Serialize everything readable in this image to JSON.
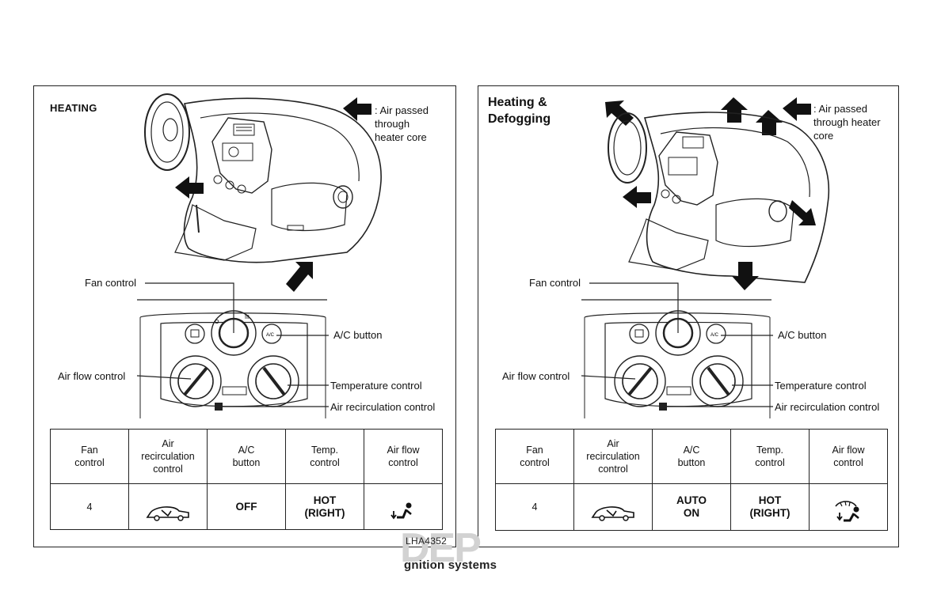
{
  "panels": [
    {
      "title": "HEATING",
      "air_note": ": Air passed\nthrough\nheater core",
      "labels": {
        "fan_control": "Fan control",
        "ac_button": "A/C button",
        "air_flow_control": "Air flow control",
        "temperature_control": "Temperature control",
        "air_recirculation_control": "Air recirculation control"
      },
      "table": {
        "headers": [
          "Fan\ncontrol",
          "Air\nrecirculation\ncontrol",
          "A/C\nbutton",
          "Temp.\ncontrol",
          "Air flow\ncontrol"
        ],
        "values": {
          "fan": "4",
          "recirculation_icon": "outside-air-car-icon",
          "ac": "OFF",
          "temp": "HOT\n(RIGHT)",
          "airflow_icon": "foot-vent-icon"
        }
      }
    },
    {
      "title": "Heating &\nDefogging",
      "air_note": ": Air passed\nthrough heater\ncore",
      "labels": {
        "fan_control": "Fan control",
        "ac_button": "A/C button",
        "air_flow_control": "Air flow control",
        "temperature_control": "Temperature control",
        "air_recirculation_control": "Air recirculation control"
      },
      "table": {
        "headers": [
          "Fan\ncontrol",
          "Air\nrecirculation\ncontrol",
          "A/C\nbutton",
          "Temp.\ncontrol",
          "Air flow\ncontrol"
        ],
        "values": {
          "fan": "4",
          "recirculation_icon": "outside-air-car-icon",
          "ac": "AUTO\nON",
          "temp": "HOT\n(RIGHT)",
          "airflow_icon": "defrost-foot-vent-icon"
        }
      }
    }
  ],
  "figure_code": "LHA4352",
  "watermark": {
    "logo": "DEP",
    "caption": "gnition systems"
  },
  "colors": {
    "ink": "#111111",
    "arrow": "#111111",
    "watermark": "#c8c8c8"
  }
}
